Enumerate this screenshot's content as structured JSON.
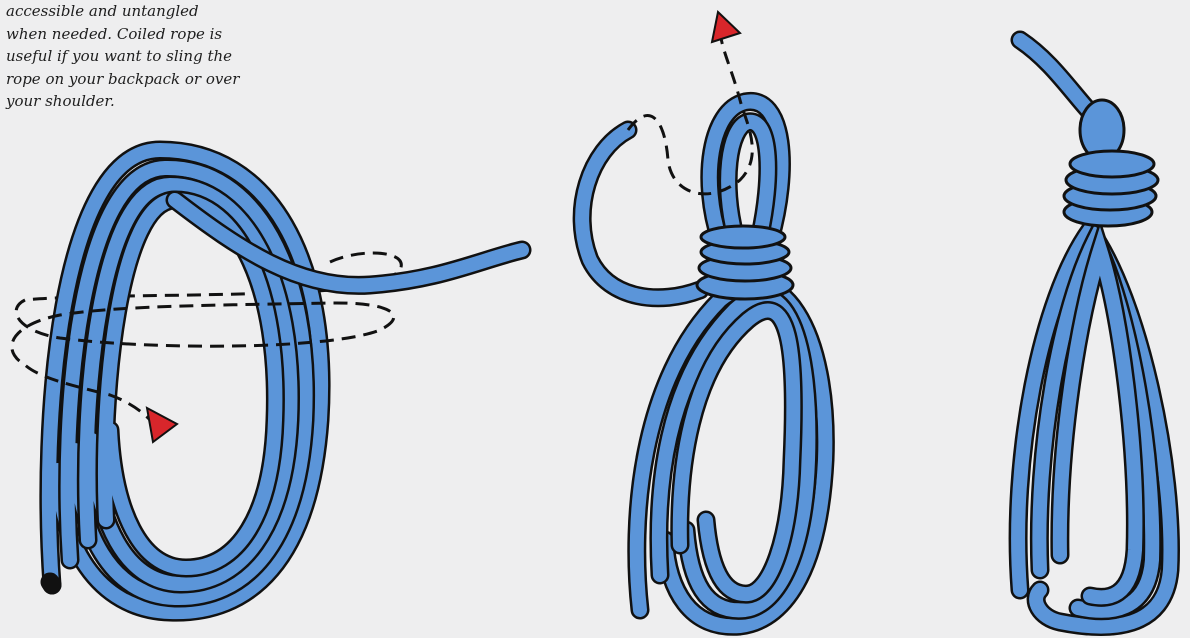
{
  "caption": {
    "lines": [
      "accessible and untangled",
      "when needed. Coiled rope is",
      "useful if you want to sling the",
      "rope on your backpack or over",
      "your shoulder."
    ]
  },
  "colors": {
    "background": "#eeeeef",
    "rope_fill": "#5b95d9",
    "rope_outline": "#111111",
    "arrow_fill": "#d8262b",
    "dashed_path": "#111111"
  },
  "figures": [
    {
      "name": "coil-step-1",
      "description_icon": "rope-coil-wrap"
    },
    {
      "name": "coil-step-2",
      "description_icon": "rope-coil-thread-end"
    },
    {
      "name": "coil-step-3",
      "description_icon": "rope-coil-finished"
    }
  ]
}
